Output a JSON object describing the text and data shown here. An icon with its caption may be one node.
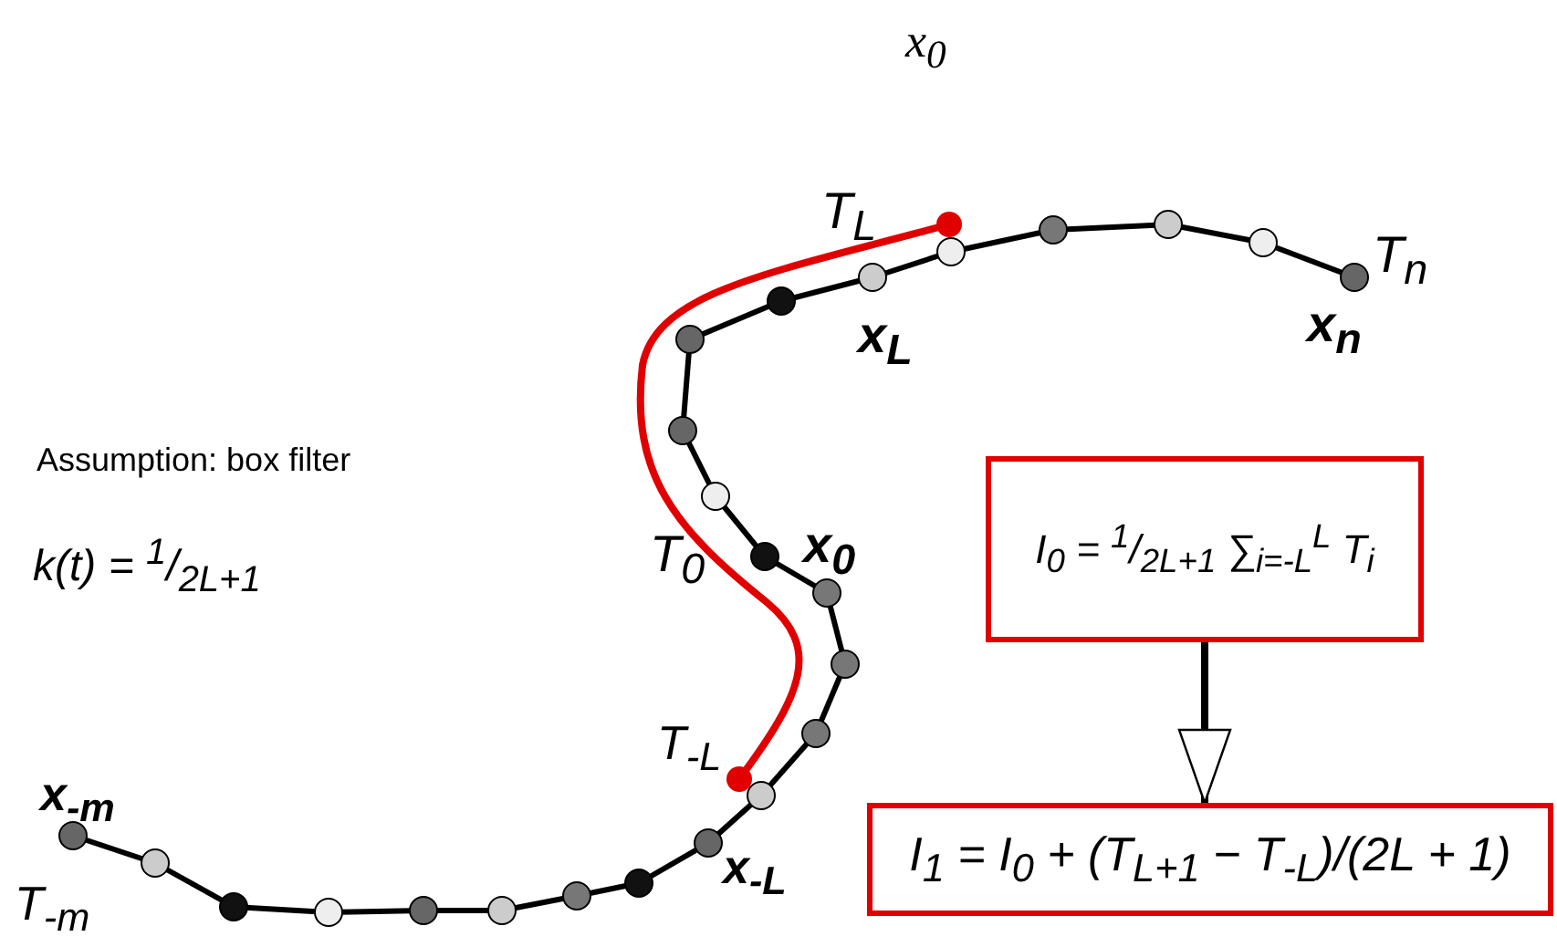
{
  "diagram": {
    "title": "x$_{0}$",
    "nodes": [
      {
        "text": [
          "I$_{0}$ = $^{1}$/$_{2L+1}$ ∑$_{i=-L}$$^{L}$ T$_{i}$"
        ]
      },
      {
        "text": [
          "I$_{1}$ = I$_{0}$ + (T$_{L+1}$ − T$_{-L}$)/(2L + 1)"
        ]
      }
    ],
    "edges": [
      {
        "from": 0,
        "to": 1,
        "arrow": "to"
      }
    ],
    "labels": [
      "T$_{L}$",
      "T$_{n}$",
      "x$_{L}$",
      "x$_{n}$",
      "Assumption: box filter",
      "k(t) = $^{1}$/$_{2L+1}$",
      "T$_{0}$",
      "x$_{0}$",
      "T$_{-L}$",
      "x$_{-m}$",
      "x$_{-L}$",
      "T$_{-m}$"
    ]
  }
}
